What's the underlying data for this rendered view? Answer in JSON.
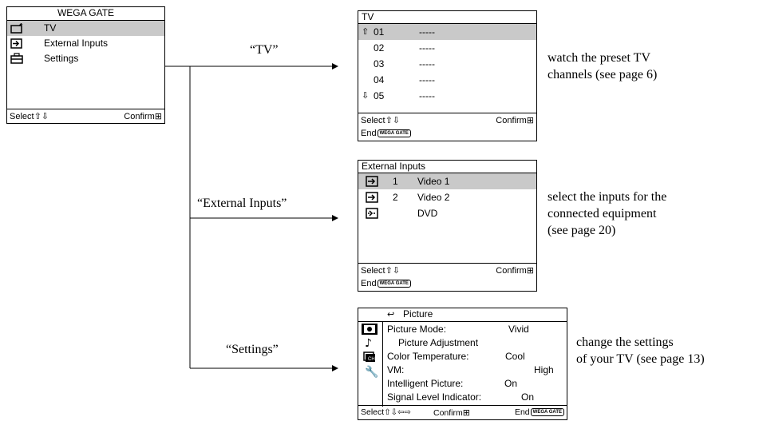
{
  "main_menu": {
    "title": "WEGA GATE",
    "items": [
      {
        "label": "TV",
        "icon": "tv-icon"
      },
      {
        "label": "External Inputs",
        "icon": "input-icon"
      },
      {
        "label": "Settings",
        "icon": "toolbox-icon"
      }
    ],
    "footer_select": "Select",
    "footer_confirm": "Confirm"
  },
  "branches": {
    "tv_label": "“TV”",
    "ext_label": "“External Inputs”",
    "settings_label": "“Settings”"
  },
  "tv_menu": {
    "title": "TV",
    "channels": [
      {
        "num": "01",
        "name": "-----"
      },
      {
        "num": "02",
        "name": "-----"
      },
      {
        "num": "03",
        "name": "-----"
      },
      {
        "num": "04",
        "name": "-----"
      },
      {
        "num": "05",
        "name": "-----"
      }
    ],
    "footer_select": "Select",
    "footer_confirm": "Confirm",
    "footer_end": "End",
    "end_badge": "WEGA GATE"
  },
  "ext_menu": {
    "title": "External Inputs",
    "inputs": [
      {
        "num": "1",
        "name": "Video 1",
        "icon": "input-icon"
      },
      {
        "num": "2",
        "name": "Video 2",
        "icon": "input-icon"
      },
      {
        "num": "",
        "name": "DVD",
        "icon": "dvd-input-icon"
      }
    ],
    "footer_select": "Select",
    "footer_confirm": "Confirm",
    "footer_end": "End",
    "end_badge": "WEGA GATE"
  },
  "settings_menu": {
    "title": "Picture",
    "items": [
      {
        "label": "Picture Mode:",
        "value": "Vivid"
      },
      {
        "label": "Picture Adjustment",
        "value": ""
      },
      {
        "label": "Color Temperature:",
        "value": "Cool"
      },
      {
        "label": "VM:",
        "value": "High"
      },
      {
        "label": "Intelligent Picture:",
        "value": "On"
      },
      {
        "label": "Signal Level Indicator:",
        "value": "On"
      }
    ],
    "footer_select": "Select",
    "footer_confirm": "Confirm",
    "footer_end": "End",
    "end_badge": "WEGA GATE"
  },
  "descriptions": {
    "tv": [
      "watch the preset TV",
      "channels (see page 6)"
    ],
    "ext": [
      "select the inputs for the",
      "connected equipment",
      "(see page 20)"
    ],
    "settings": [
      "change the settings",
      "of your TV (see page 13)"
    ]
  }
}
